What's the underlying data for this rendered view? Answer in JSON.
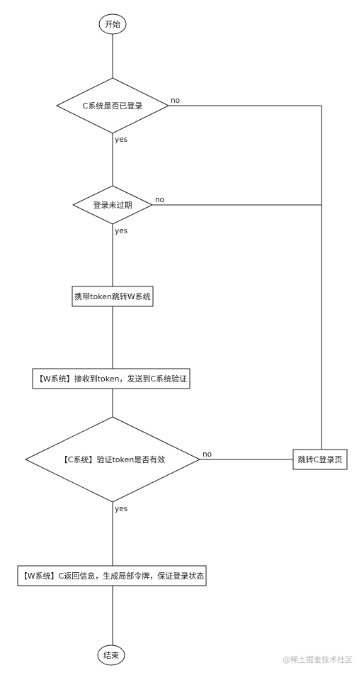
{
  "nodes": {
    "start": "开始",
    "check_login": "C系统是否已登录",
    "token_valid": "登录未过期",
    "carry_token": "携带token跳转W系统",
    "w_receive": "【W系统】接收到token，发送到C系统验证",
    "c_verify": "【C系统】验证token是否有效",
    "goto_login": "跳转C登录页",
    "w_session": "【W系统】C返回信息，生成局部令牌，保证登录状态",
    "end": "结束"
  },
  "edges": {
    "check_login_no": "no",
    "check_login_yes": "yes",
    "token_valid_no": "no",
    "token_valid_yes": "yes",
    "c_verify_no": "no",
    "c_verify_yes": "yes"
  },
  "watermark": "@稀土掘金技术社区"
}
